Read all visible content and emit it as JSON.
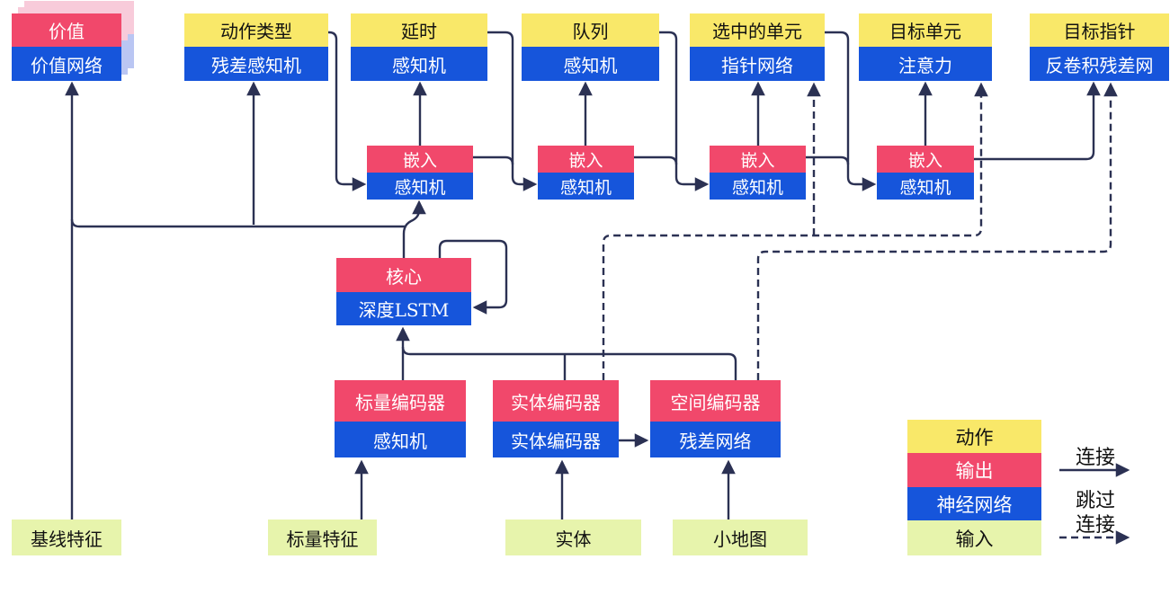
{
  "colors": {
    "action-yellow": "#F9E869",
    "output-red": "#F1486B",
    "network-blue": "#1655DB",
    "input-green": "#E7F4AC",
    "wire-navy": "#2B3153",
    "shadow-pink": "#F8CBDA",
    "shadow-periwinkle": "#BAC6F3"
  },
  "nodes": {
    "value": {
      "top": "价值",
      "bottom": "价值网络"
    },
    "action_type": {
      "top": "动作类型",
      "bottom": "残差感知机"
    },
    "delay": {
      "top": "延时",
      "bottom": "感知机"
    },
    "queue": {
      "top": "队列",
      "bottom": "感知机"
    },
    "selected_units": {
      "top": "选中的单元",
      "bottom": "指针网络"
    },
    "target_unit": {
      "top": "目标单元",
      "bottom": "注意力"
    },
    "target_point": {
      "top": "目标指针",
      "bottom": "反卷积残差网"
    },
    "core": {
      "top": "核心",
      "bottom": "深度LSTM"
    },
    "scalar_encoder": {
      "top": "标量编码器",
      "bottom": "感知机"
    },
    "entity_encoder": {
      "top": "实体编码器",
      "bottom": "实体编码器"
    },
    "spatial_encoder": {
      "top": "空间编码器",
      "bottom": "残差网络"
    }
  },
  "embeds": [
    {
      "top": "嵌入",
      "bottom": "感知机"
    },
    {
      "top": "嵌入",
      "bottom": "感知机"
    },
    {
      "top": "嵌入",
      "bottom": "感知机"
    },
    {
      "top": "嵌入",
      "bottom": "感知机"
    }
  ],
  "inputs": {
    "baseline": "基线特征",
    "scalar": "标量特征",
    "entity": "实体",
    "minimap": "小地图"
  },
  "legend": {
    "action": "动作",
    "output": "输出",
    "network": "神经网络",
    "input": "输入",
    "connection_label": "连接",
    "skip_label_line1": "跳过",
    "skip_label_line2": "连接"
  }
}
